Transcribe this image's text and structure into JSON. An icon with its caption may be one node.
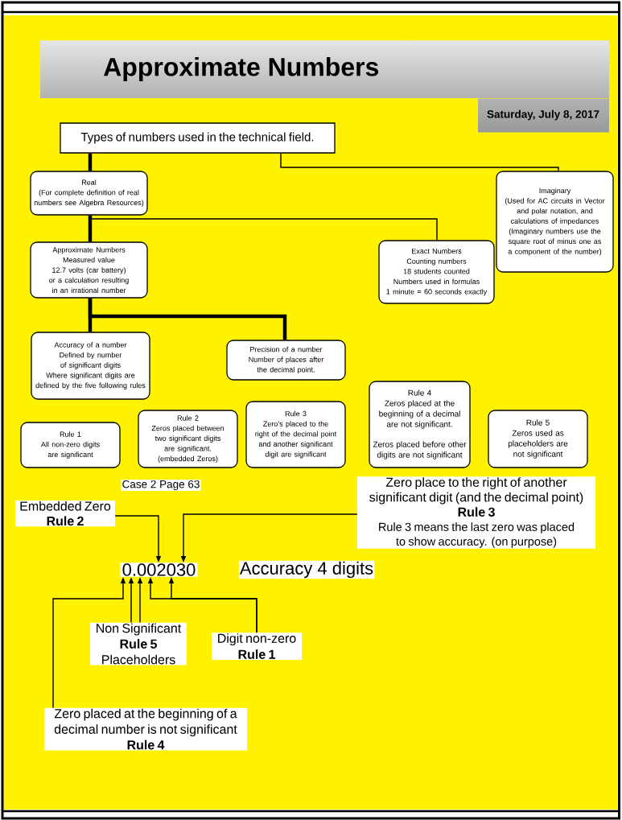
{
  "diagram": {
    "title": "Approximate Numbers",
    "nodes": [
      {
        "text": [
          "Types of numbers used in the technical field."
        ]
      },
      {
        "text": [
          "Real",
          "(For complete definition of real numbers see Algebra Resources)"
        ]
      },
      {
        "text": [
          "Imaginary",
          "(Used for AC circuits in Vector and polar notation, and calculations of impedances",
          "(Imaginary numbers use the square root of minus one as a component of the number)"
        ]
      },
      {
        "text": [
          "Approximate Numbers",
          "Measured value",
          "12.7 volts (car battery)",
          "or a calculation resulting in an irrational number"
        ]
      },
      {
        "text": [
          "Exact Numbers",
          "Counting numbers",
          "18 students counted",
          "Numbers used in formulas",
          "1 minute = 60 seconds exactly"
        ]
      },
      {
        "text": [
          "Accuracy of a number",
          "Defined by number of significant digits",
          "Where significant digits are defined by the five following rules"
        ]
      },
      {
        "text": [
          "Precision of a number",
          "Number of places after the decimal point."
        ]
      },
      {
        "text": [
          "Rule 1",
          "All non-zero digits are significant"
        ]
      },
      {
        "text": [
          "Rule 2",
          "Zeros placed between two significant digits are significant. (embedded Zeros)"
        ]
      },
      {
        "text": [
          "Rule 3",
          "Zero’s placed to the right of the decimal point and another significant digit are significant"
        ]
      },
      {
        "text": [
          "Rule 4",
          "Zeros placed at the beginning of a decimal are not significant.",
          "Zeros placed before other digits are not significant"
        ]
      },
      {
        "text": [
          "Rule 5",
          "Zeros used as placeholders are not significant"
        ]
      },
      {
        "text": [
          "Embedded Zero",
          "Rule 2"
        ]
      },
      {
        "text": [
          "Zero place to the right of another significant digit (and the decimal point)",
          "Rule 3",
          "Rule 3 means the last zero was placed to show accuracy. (on purpose)"
        ]
      },
      {
        "text": [
          "0.002030"
        ]
      },
      {
        "text": [
          "Non Significant",
          "Rule 5",
          "Placeholders"
        ]
      },
      {
        "text": [
          "Digit non-zero",
          "Rule 1"
        ]
      },
      {
        "text": [
          "Zero placed at the beginning of a decimal number is not significant",
          "Rule 4"
        ]
      }
    ],
    "edges": [
      {
        "from": 0,
        "to": 1,
        "arrow": "none",
        "style": "thick"
      },
      {
        "from": 0,
        "to": 2,
        "arrow": "none"
      },
      {
        "from": 1,
        "to": 3,
        "arrow": "none",
        "style": "thick"
      },
      {
        "from": 1,
        "to": 4,
        "arrow": "none"
      },
      {
        "from": 3,
        "to": 5,
        "arrow": "none",
        "style": "thick"
      },
      {
        "from": 3,
        "to": 6,
        "arrow": "none",
        "style": "thick"
      },
      {
        "from": 12,
        "to": 14,
        "arrow": "to"
      },
      {
        "from": 13,
        "to": 14,
        "arrow": "to"
      },
      {
        "from": 15,
        "to": 14,
        "arrow": "to"
      },
      {
        "from": 15,
        "to": 14,
        "arrow": "to"
      },
      {
        "from": 16,
        "to": 14,
        "arrow": "to"
      },
      {
        "from": 16,
        "to": 14,
        "arrow": "to"
      },
      {
        "from": 17,
        "to": 14,
        "arrow": "to"
      }
    ],
    "labels": [
      "Saturday, July 8, 2017",
      "Case 2 Page 63",
      "Accuracy 4 digits"
    ]
  }
}
